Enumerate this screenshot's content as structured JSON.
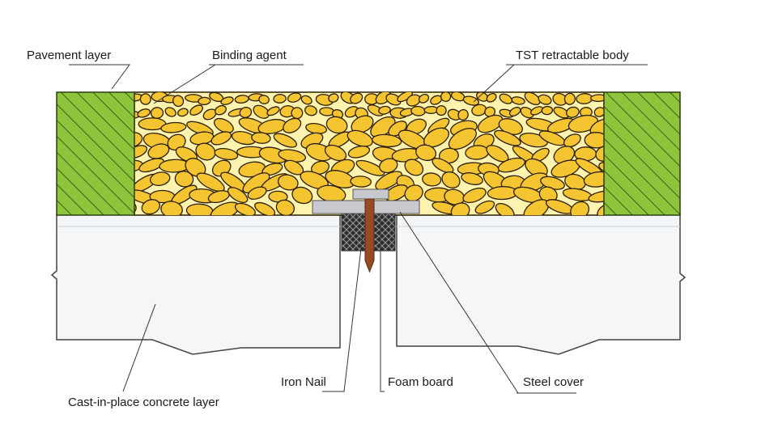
{
  "labels": {
    "pavement_layer": "Pavement layer",
    "binding_agent": "Binding agent",
    "tst_body": "TST retractable body",
    "iron_nail": "Iron Nail",
    "foam_board": "Foam board",
    "steel_cover": "Steel cover",
    "concrete_layer": "Cast-in-place concrete layer"
  },
  "colors": {
    "pavement_fill": "#8dc43c",
    "pavement_hatch": "#3f5f1a",
    "aggregate_fill": "#f5c431",
    "aggregate_gap": "#fff3b0",
    "aggregate_outline": "#2a1e00",
    "concrete_fill": "#f4f6f8",
    "steel_cover": "#c8c9cf",
    "foam_board": "#2f2f2f",
    "iron_nail": "#9a4a22"
  }
}
